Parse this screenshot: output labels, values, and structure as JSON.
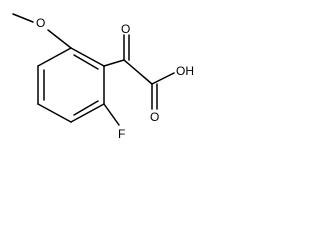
{
  "molecule": {
    "atoms": {
      "methoxy_oxygen": "O",
      "carbonyl_oxygen": "O",
      "hydroxyl": "OH",
      "acid_carbonyl_oxygen": "O",
      "fluorine": "F"
    }
  }
}
